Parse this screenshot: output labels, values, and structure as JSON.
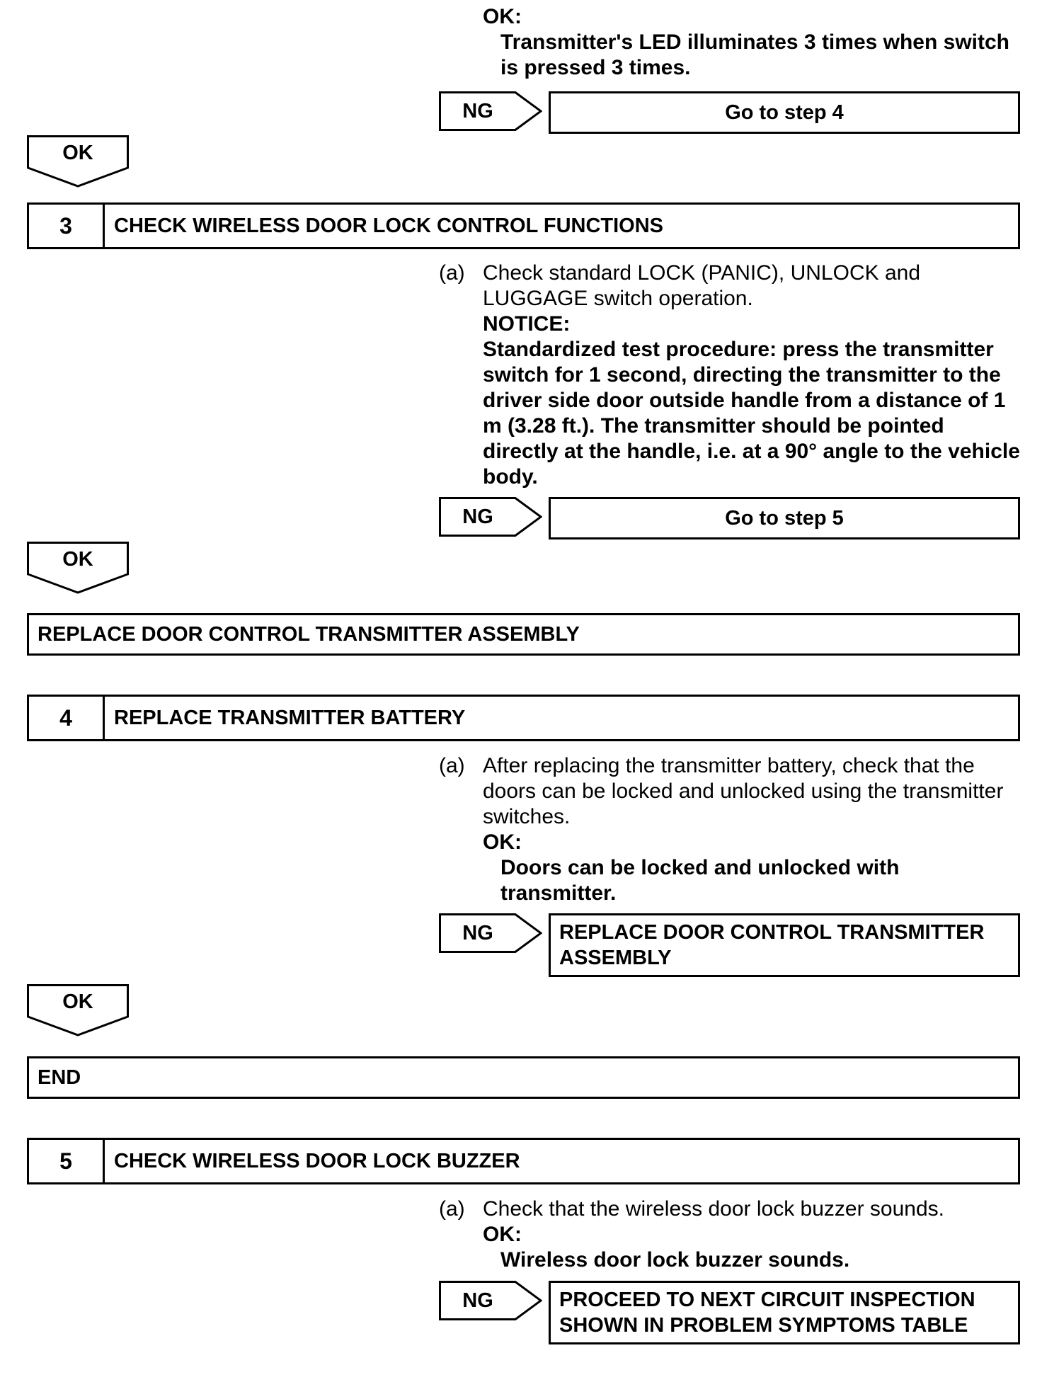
{
  "step2_tail": {
    "ok_label": "OK:",
    "ok_line1": "Transmitter's LED illuminates 3 times when switch",
    "ok_line2": "is pressed 3 times.",
    "ng_label": "NG",
    "ng_target": "Go to step 4",
    "ok_arrow": "OK"
  },
  "step3": {
    "number": "3",
    "title": "CHECK WIRELESS DOOR LOCK CONTROL FUNCTIONS",
    "item_mark": "(a)",
    "item_line1": "Check standard LOCK (PANIC), UNLOCK and",
    "item_line2": "LUGGAGE switch operation.",
    "notice_label": "NOTICE:",
    "notice_lines": [
      "Standardized test procedure: press the transmitter",
      "switch for 1 second, directing the transmitter to the",
      "driver side door outside handle from a distance of 1",
      "m (3.28 ft.). The transmitter should be pointed",
      "directly at the handle, i.e. at a 90° angle to the vehicle",
      "body."
    ],
    "ng_label": "NG",
    "ng_target": "Go to step 5",
    "ok_arrow": "OK",
    "result": "REPLACE DOOR CONTROL TRANSMITTER ASSEMBLY"
  },
  "step4": {
    "number": "4",
    "title": "REPLACE TRANSMITTER BATTERY",
    "item_mark": "(a)",
    "item_lines": [
      "After replacing the transmitter battery, check that the",
      "doors can be locked and unlocked using the transmitter",
      "switches."
    ],
    "ok_label": "OK:",
    "ok_line1": "Doors can be locked and unlocked with",
    "ok_line2": "transmitter.",
    "ng_label": "NG",
    "ng_target_line1": "REPLACE DOOR CONTROL TRANSMITTER",
    "ng_target_line2": "ASSEMBLY",
    "ok_arrow": "OK",
    "result": "END"
  },
  "step5": {
    "number": "5",
    "title": "CHECK WIRELESS DOOR LOCK BUZZER",
    "item_mark": "(a)",
    "item_line1": "Check that the wireless door lock buzzer sounds.",
    "ok_label": "OK:",
    "ok_line1": "Wireless door lock buzzer sounds.",
    "ng_label": "NG",
    "ng_target_line1": "PROCEED TO NEXT CIRCUIT INSPECTION",
    "ng_target_line2": "SHOWN IN PROBLEM SYMPTOMS TABLE"
  }
}
